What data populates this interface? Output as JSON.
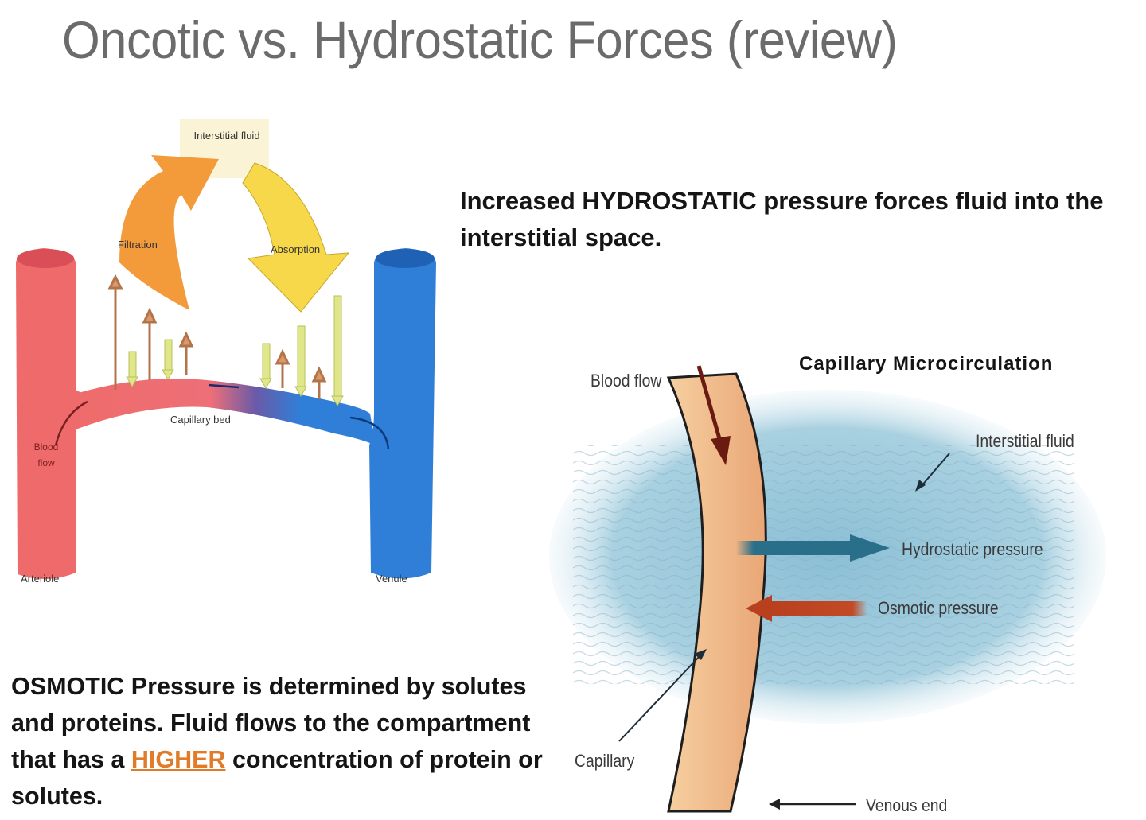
{
  "slide": {
    "title": "Oncotic vs. Hydrostatic Forces (review)"
  },
  "hydrostatic_note": {
    "text": "Increased HYDROSTATIC  pressure forces fluid into the interstitial space."
  },
  "osmotic_note": {
    "text_before": "OSMOTIC Pressure is determined by solutes and proteins.  Fluid flows to the compartment that has a ",
    "highlight": "HIGHER",
    "text_after": " concentration of protein or solutes.",
    "highlight_color": "#e07b2a"
  },
  "left_diagram": {
    "interstitial_box": "Interstitial fluid",
    "filtration_label": "Filtration",
    "absorption_label": "Absorption",
    "blood_flow_label": "Blood flow",
    "capillary_bed_label": "Capillary bed",
    "arteriole_label": "Arteriole",
    "venule_label": "Venule",
    "colors": {
      "arteriole": "#ef6b6b",
      "venule": "#2f7fd8",
      "filtration_arrow": "#f39a3a",
      "absorption_arrow": "#f7d84a",
      "interstitial_box": "#fbf3d5"
    }
  },
  "right_diagram": {
    "title": "Capillary Microcirculation",
    "blood_flow_label": "Blood flow",
    "interstitial_fluid_label": "Interstitial fluid",
    "hydrostatic_label": "Hydrostatic pressure",
    "osmotic_label": "Osmotic pressure",
    "capillary_label": "Capillary",
    "venous_end_label": "Venous end",
    "colors": {
      "fluid": "#8fc1d6",
      "capillary": "#f0b88a",
      "hydrostatic_arrow": "#2a6f8a",
      "osmotic_arrow": "#b8401f"
    }
  }
}
